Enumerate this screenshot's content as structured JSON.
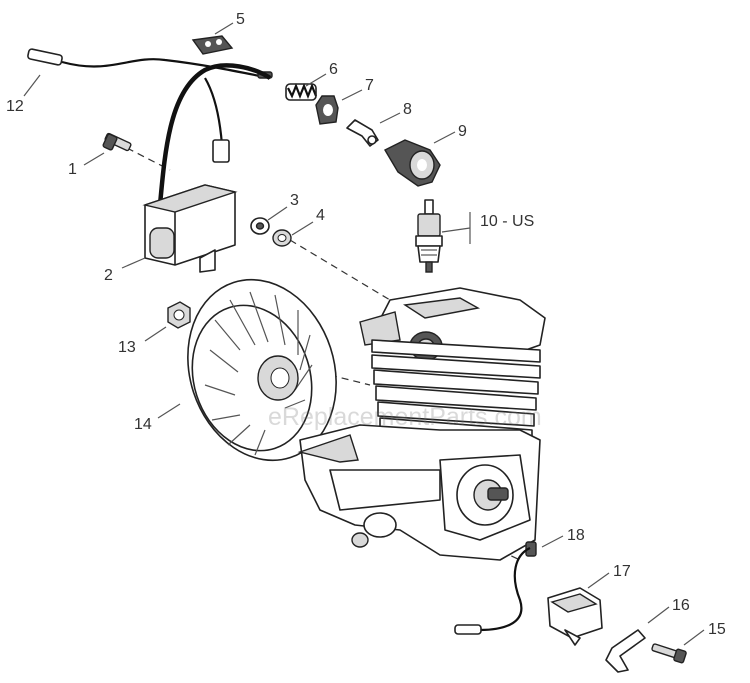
{
  "watermark": "eReplacementParts.com",
  "callouts": [
    {
      "id": "c1",
      "label": "1"
    },
    {
      "id": "c2",
      "label": "2"
    },
    {
      "id": "c3",
      "label": "3"
    },
    {
      "id": "c4",
      "label": "4"
    },
    {
      "id": "c5",
      "label": "5"
    },
    {
      "id": "c6",
      "label": "6"
    },
    {
      "id": "c7",
      "label": "7"
    },
    {
      "id": "c8",
      "label": "8"
    },
    {
      "id": "c9",
      "label": "9"
    },
    {
      "id": "c10",
      "label": "10 - US"
    },
    {
      "id": "c12",
      "label": "12"
    },
    {
      "id": "c13",
      "label": "13"
    },
    {
      "id": "c14",
      "label": "14"
    },
    {
      "id": "c15",
      "label": "15"
    },
    {
      "id": "c16",
      "label": "16"
    },
    {
      "id": "c17",
      "label": "17"
    },
    {
      "id": "c18",
      "label": "18"
    }
  ]
}
